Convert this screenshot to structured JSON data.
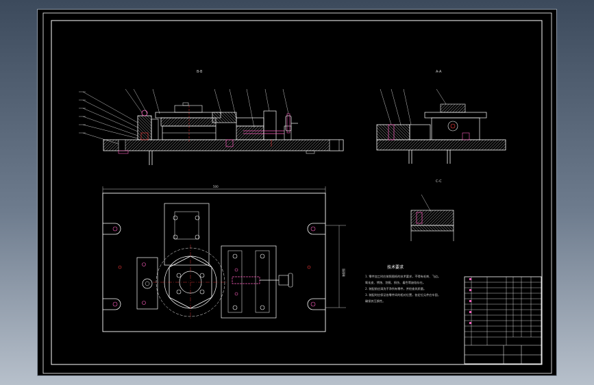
{
  "sheet": {
    "view_labels": {
      "front": "B-B",
      "side": "A-A",
      "section": "C-C"
    },
    "overall_length": "500",
    "notes_title": "技术要求",
    "notes": [
      "1. 零件加工时应按照图纸的技术要求，不得有毛刺、飞边。",
      "   氧化皮、锈蚀、划痕、损伤、着色等缺陷存在。",
      "2. 装配前应清洗干净所有零件，并检查其质量。",
      "3. 装配时应保证各零件间的相对位置，各定位元件应牢固，",
      "   确保其互换性。"
    ],
    "rotated_label": "装配图"
  },
  "colors": {
    "drawing_lines": "#ffffff",
    "hatch": "#bbbbbb",
    "hidden": "#ff3b3b",
    "accent": "#ff5fc0",
    "background": "#000000"
  }
}
